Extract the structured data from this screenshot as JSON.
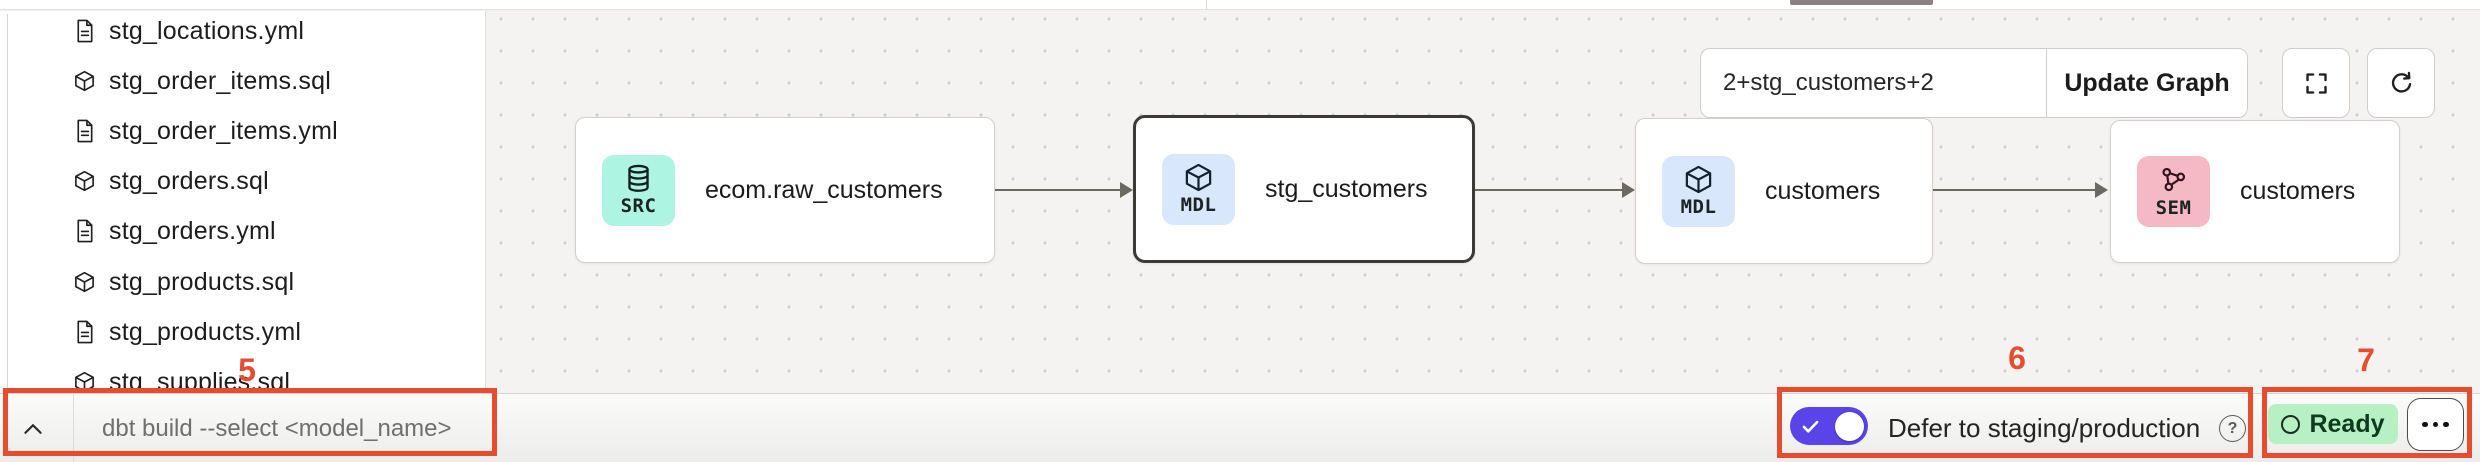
{
  "file_tree": {
    "items": [
      {
        "name": "stg_locations.yml",
        "type": "yml"
      },
      {
        "name": "stg_order_items.sql",
        "type": "sql"
      },
      {
        "name": "stg_order_items.yml",
        "type": "yml"
      },
      {
        "name": "stg_orders.sql",
        "type": "sql"
      },
      {
        "name": "stg_orders.yml",
        "type": "yml"
      },
      {
        "name": "stg_products.sql",
        "type": "sql"
      },
      {
        "name": "stg_products.yml",
        "type": "yml"
      },
      {
        "name": "stg_supplies.sql",
        "type": "sql"
      }
    ]
  },
  "lineage": {
    "nodes": [
      {
        "badge": "SRC",
        "label": "ecom.raw_customers",
        "icon": "database-icon",
        "selected": false
      },
      {
        "badge": "MDL",
        "label": "stg_customers",
        "icon": "cube-icon",
        "selected": true
      },
      {
        "badge": "MDL",
        "label": "customers",
        "icon": "cube-icon",
        "selected": false
      },
      {
        "badge": "SEM",
        "label": "customers",
        "icon": "semantic-model-icon",
        "selected": false
      }
    ],
    "controls": {
      "selector_value": "2+stg_customers+2",
      "update_button": "Update Graph"
    }
  },
  "bottom_bar": {
    "command_placeholder": "dbt build --select <model_name>",
    "defer_toggle": {
      "checked": true,
      "label": "Defer to staging/production"
    },
    "help_glyph": "?",
    "status": {
      "label": "Ready"
    }
  },
  "annotations": {
    "n5": "5",
    "n6": "6",
    "n7": "7"
  },
  "icons": {
    "yml_file": "document-icon",
    "sql_file": "cube-icon",
    "fullscreen": "fullscreen-icon",
    "refresh": "refresh-icon",
    "collapse": "chevron-up-icon",
    "more": "ellipsis-icon",
    "status": "circle-icon"
  },
  "colors": {
    "annotation_red": "#e74c2e",
    "toggle_purple": "#5a43e8",
    "ready_green_bg": "#b7f0c2",
    "ready_green_text": "#103a20",
    "badge_src": "#aef4e3",
    "badge_mdl": "#d8e7fc",
    "badge_sem": "#f5b9c6",
    "canvas_bg": "#f4f3f2",
    "selected_border": "#3c3a37"
  }
}
